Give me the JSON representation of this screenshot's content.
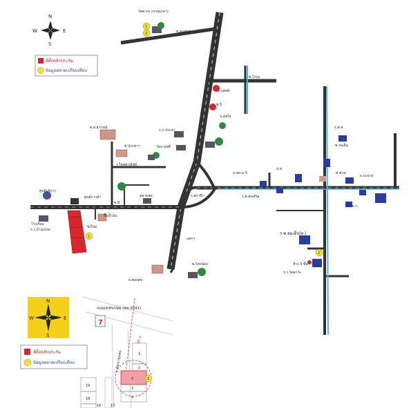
{
  "legend_top": {
    "collateral_label": "ที่ตั้งหลักประกัน",
    "market_label": "ข้อมูลตลาดเปรียบเทียบ",
    "colors": {
      "collateral": "#d8262c",
      "market": "#f2e32a"
    }
  },
  "legend_bottom": {
    "collateral_label": "ที่ตั้งหลักประกัน",
    "market_label": "ข้อมูลตลาดเปรียบเทียบ"
  },
  "compass_top": {
    "n": "N",
    "s": "S",
    "e": "E",
    "w": "W"
  },
  "compass_bottom": {
    "n": "N",
    "s": "S",
    "e": "E",
    "w": "W",
    "bg_color": "#f4d21b"
  },
  "markers_top": {
    "m1": "1",
    "m2": "2"
  },
  "map_labels": {
    "top_temple": "วัดต่างๆ กรรปเ(เดา)",
    "top_road": "ซ.ชุมชนฯ",
    "right_road_top": "ซ.ไร่ร่ม",
    "label_a": "ร.แพทย์",
    "label_b": "ซ.5",
    "label_c": "บ.สุขใจ",
    "label_d": "ร.ก.ประชา",
    "label_e": "ต.ผ.สุวรรณ์",
    "label_f": "วัดบางพลี",
    "label_g": "ซ.ประชาฯ",
    "label_h": "ร.ไทยพาณิชย์",
    "label_i": "ศูนย์การค้า",
    "label_j": "ร.สถานีฯ",
    "label_k": "ตลาดสด",
    "label_l": "ซ.9",
    "label_m": "ปั๊มน้ำมัน",
    "label_n": "วัดใหม่",
    "label_o": "แยกฯ",
    "label_p": "ซ.ไทรน้อย",
    "label_q": "บ.ทองสุข",
    "label_r": "ถ.หลวง 5",
    "label_s": "ร.พ.ส่งเสริม",
    "label_t": "ป.ท.",
    "label_u": "ร.พ.ส.",
    "label_v": "ซ.ชวน",
    "label_w": "บ.มะม่วง",
    "label_x": "ร.ต.ร.",
    "label_y": "ซ.ร่มเย็น",
    "gas_station": "ศูนย์บริการ",
    "hospital": "ร.พ.สมเด็จ(ท.)",
    "school": "โรงเรียน",
    "school2": "ร.ร.บ้านเปรม",
    "label_z": "ห้าง 3 ชั้น",
    "label_z2": "ร.ร.วัดผาวัง"
  },
  "inset": {
    "road_name": "ถนนเพชรเกษม (ทล.3091)",
    "distance": "85 ม.",
    "side_road": "ซ.พัฒนาชุมชน",
    "store_logo": "7",
    "plot_a": "1",
    "plot_b": "2",
    "plot_c": "3",
    "plot_d": "4",
    "plot_e": "5",
    "plot_f": "19",
    "plot_g": "18",
    "plot_h": "17",
    "plot_i": "16",
    "marker": "1"
  },
  "markers_main": {
    "m1": "1",
    "m2": "2"
  }
}
